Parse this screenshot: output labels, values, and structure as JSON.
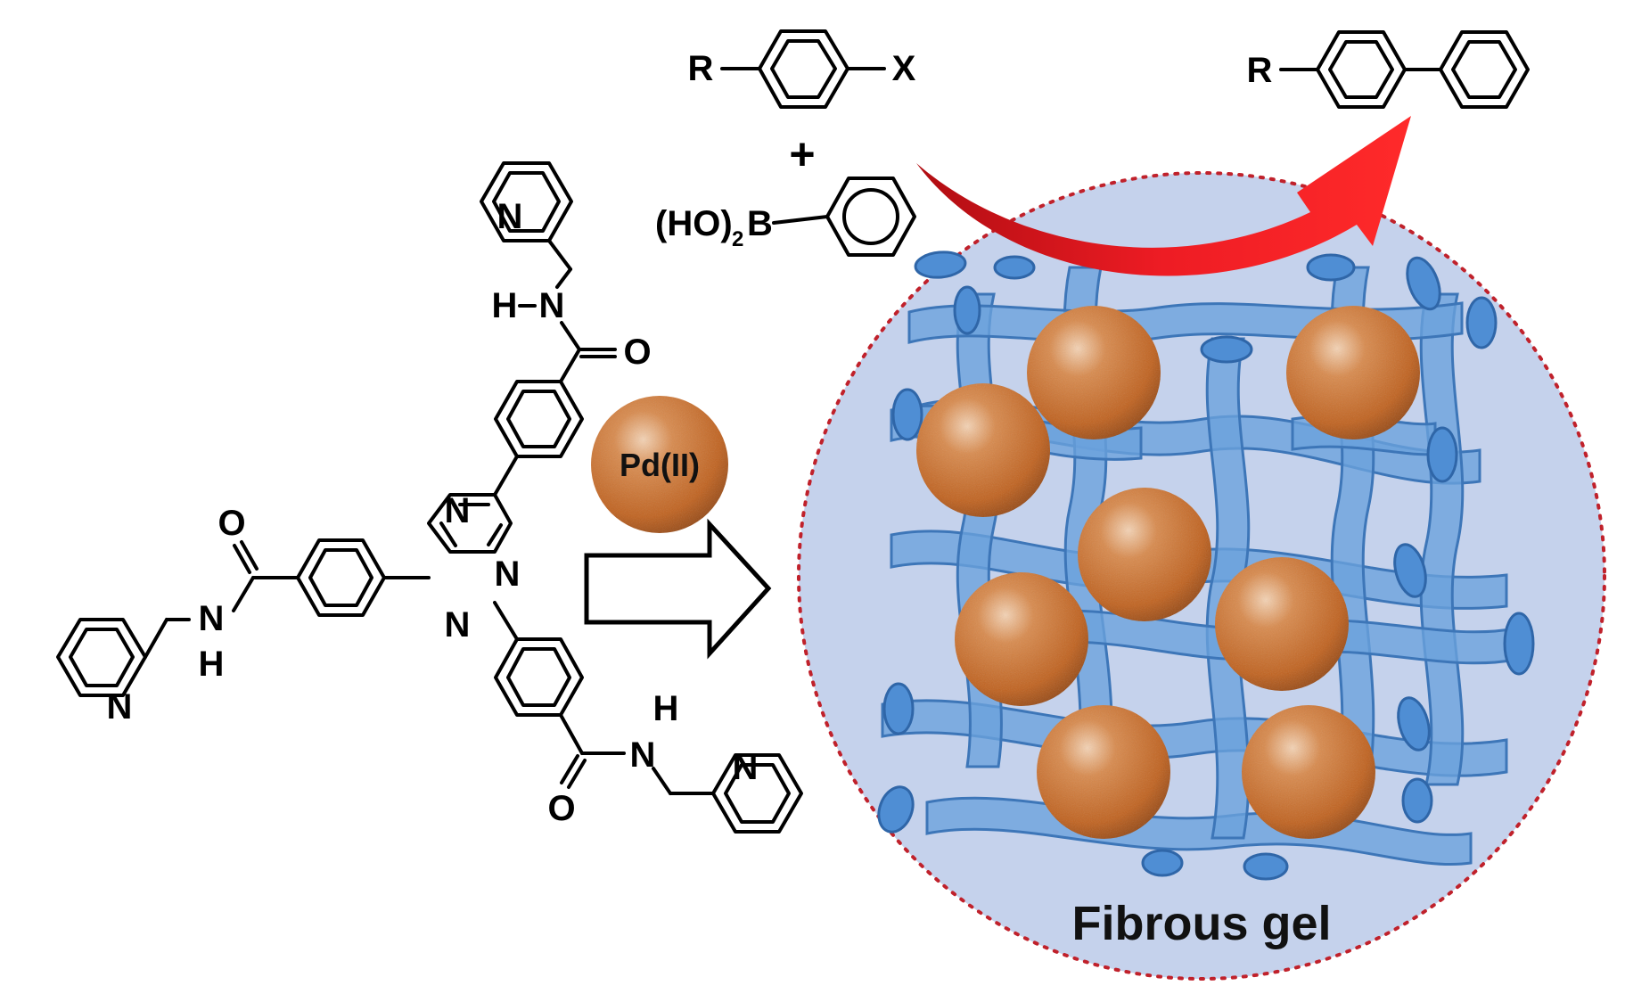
{
  "scheme": {
    "reactant_substituent": "R",
    "leaving_group": "X",
    "plus_sign": "+",
    "boronic_prefix": "(HO)",
    "boronic_subscript": "2",
    "boron": "B",
    "product_substituent": "R",
    "catalyst_label": "Pd(II)",
    "gel_label": "Fibrous gel"
  },
  "ligand": {
    "atoms": {
      "n_top_pyridine": "N",
      "n_top_amide": "N",
      "h_top_amide": "H",
      "o_top_carbonyl": "O",
      "n_triazine_1": "N",
      "n_triazine_2": "N",
      "n_triazine_3": "N",
      "o_left_carbonyl": "O",
      "n_left_amide": "N",
      "h_left_amide": "H",
      "n_left_pyridine": "N",
      "h_bottom_amide": "H",
      "n_bottom_amide": "N",
      "o_bottom_carbonyl": "O",
      "n_bottom_pyridine": "N"
    }
  },
  "colors": {
    "arrow_red": "#e8141b",
    "gel_background": "#c5d2ec",
    "dotted_border": "#c0212b",
    "fiber_blue": "#6aa2dc",
    "pd_sphere": "#c8682a"
  }
}
